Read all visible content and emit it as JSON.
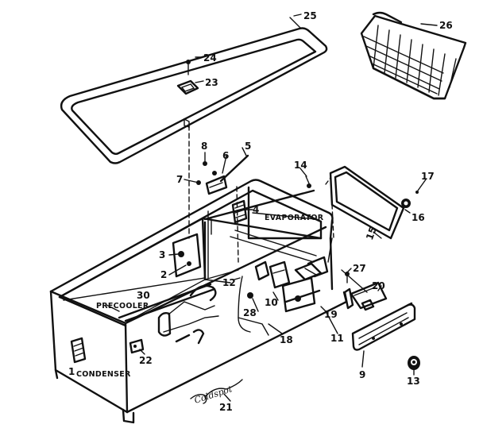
{
  "callouts": {
    "n25": "25",
    "n24": "24",
    "n23": "23",
    "n26": "26",
    "n8a": "8",
    "n6": "6",
    "n5": "5",
    "n7": "7",
    "n14": "14",
    "n17": "17",
    "n16": "16",
    "n15": "15",
    "n4": "4",
    "n3": "3",
    "n2": "2",
    "n12": "12",
    "n27": "27",
    "n20": "20",
    "n30": "30",
    "n28": "28",
    "n10": "10",
    "n19": "19",
    "n11": "11",
    "n18": "18",
    "n22": "22",
    "n9": "9",
    "n13": "13",
    "n21": "21",
    "n1": "1"
  },
  "labels": {
    "evaporator": "EVAPORATOR",
    "precooler": "PRECOOLER",
    "condenser": "CONDENSER",
    "signature": "Coldspot"
  }
}
